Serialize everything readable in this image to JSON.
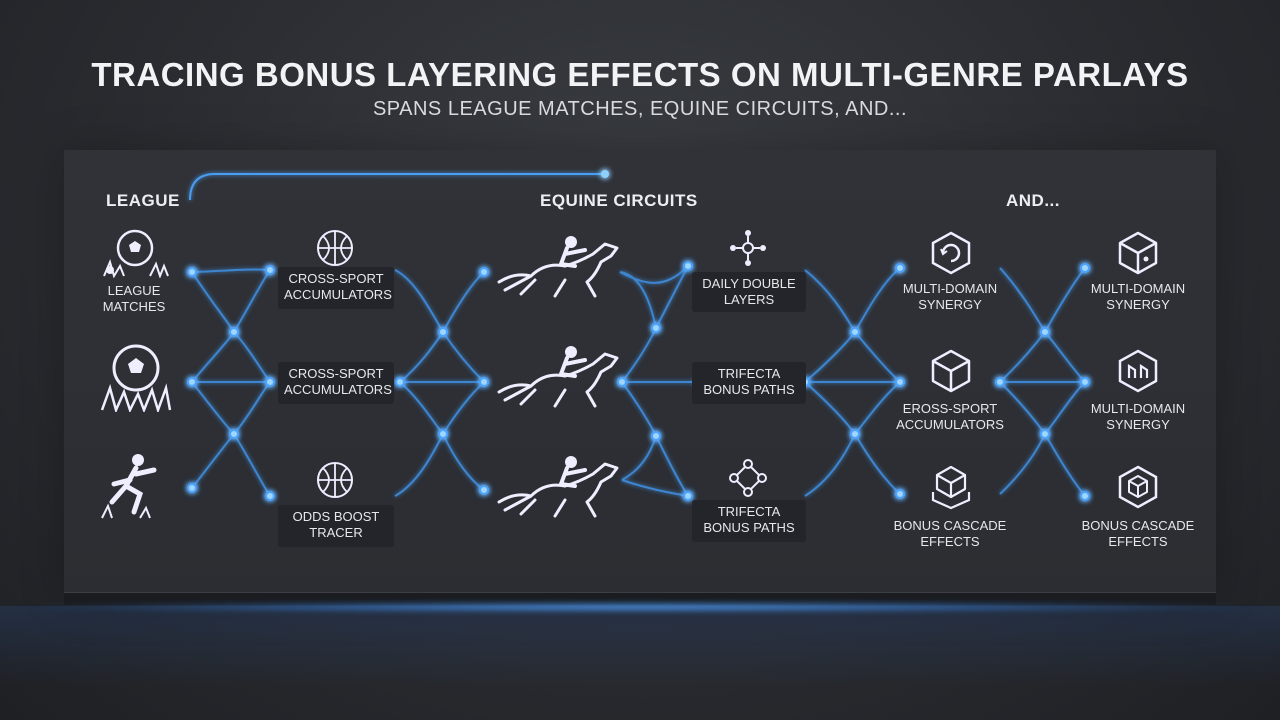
{
  "title": "TRACING BONUS LAYERING EFFECTS ON MULTI-GENRE PARLAYS",
  "subtitle": "SPANS LEAGUE MATCHES, EQUINE CIRCUITS, AND...",
  "columns": {
    "league": "LEAGUE",
    "equine": "EQUINE CIRCUITS",
    "and": "AND..."
  },
  "league_items": [
    {
      "label": "LEAGUE\nMATCHES",
      "icon": "soccer-ball-grass-icon"
    },
    {
      "label": "",
      "icon": "soccer-ball-grass-icon"
    },
    {
      "label": "",
      "icon": "runner-icon"
    }
  ],
  "col2_items": [
    {
      "label": "CROSS-SPORT\nACCUMULATORS",
      "icon": "basketball-icon"
    },
    {
      "label": "CROSS-SPORT\nACCUMULATORS",
      "icon": ""
    },
    {
      "label": "ODDS BOOST\nTRACER",
      "icon": "basketball-icon"
    }
  ],
  "horse_icons": [
    "horse-racing-icon",
    "horse-racing-icon",
    "horse-racing-icon"
  ],
  "col4_items": [
    {
      "label": "DAILY DOUBLE\nLAYERS",
      "icon": "network-node-icon"
    },
    {
      "label": "TRIFECTA\nBONUS PATHS",
      "icon": ""
    },
    {
      "label": "TRIFECTA\nBONUS PATHS",
      "icon": "diamond-network-icon"
    }
  ],
  "col5_items": [
    {
      "label": "MULTI-DOMAIN\nSYNERGY",
      "icon": "hexagon-cycle-icon"
    },
    {
      "label": "EROSS-SPORT\nACCUMULATORS",
      "icon": "cube-icon"
    },
    {
      "label": "BONUS CASCADE\nEFFECTS",
      "icon": "stacked-cubes-icon"
    }
  ],
  "col6_items": [
    {
      "label": "MULTI-DOMAIN\nSYNERGY",
      "icon": "cube-dots-icon"
    },
    {
      "label": "MULTI-DOMAIN\nSYNERGY",
      "icon": "molecule-cube-icon"
    },
    {
      "label": "BONUS CASCADE\nEFFECTS",
      "icon": "hexagon-cube-icon"
    }
  ],
  "colors": {
    "accent": "#4aa3ff",
    "node_glow": "#7cc4ff",
    "line": "#3f8fe0",
    "background": "#2c2e33"
  }
}
